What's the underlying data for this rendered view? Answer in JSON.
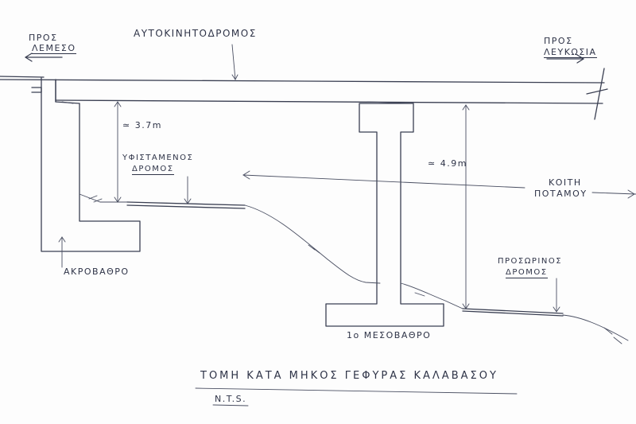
{
  "labels": {
    "motorway": "ΑΥΤΟΚΙΝΗΤΟΔΡΟΜΟΣ",
    "to_lemesos_1": "ΠΡΟΣ",
    "to_lemesos_2": "ΛΕΜΕΣΟ",
    "to_lefkosia_1": "ΠΡΟΣ",
    "to_lefkosia_2": "ΛΕΥΚΩΣΙΑ",
    "clearance_left": "≃ 3.7m",
    "existing_road_1": "ΥΦΙΣΤΑΜΕΝΟΣ",
    "existing_road_2": "ΔΡΟΜΟΣ",
    "clearance_right": "≃ 4.9m",
    "riverbed_1": "ΚΟΙΤΗ",
    "riverbed_2": "ΠΟΤΑΜΟΥ",
    "temp_road_1": "ΠΡΟΣΩΡΙΝΟΣ",
    "temp_road_2": "ΔΡΟΜΟΣ",
    "abutment": "ΑΚΡΟΒΑΘΡΟ",
    "pier": "1ο ΜΕΣΟΒΑΘΡΟ",
    "title": "ΤΟΜΗ ΚΑΤΑ ΜΗΚΟΣ ΓΕΦΥΡΑΣ ΚΑΛΑΒΑΣΟΥ",
    "scale": "N.T.S."
  }
}
